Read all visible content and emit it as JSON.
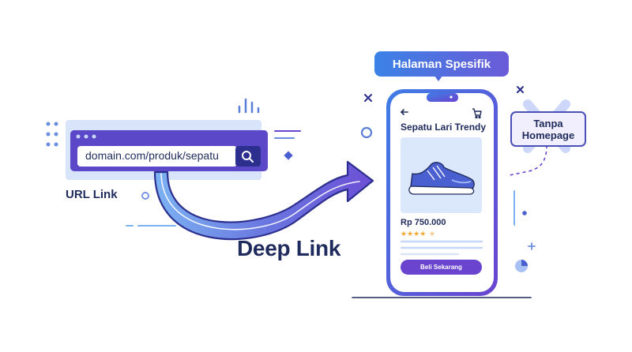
{
  "url_bar": {
    "url_text": "domain.com/produk/sepatu",
    "label": "URL Link"
  },
  "deep_link": {
    "label": "Deep Link"
  },
  "phone": {
    "badge": "Halaman Spesifik",
    "product_title": "Sepatu Lari Trendy",
    "price": "Rp 750.000",
    "rating_stars": 4.5,
    "buy_button": "Beli Sekarang"
  },
  "homepage_note": {
    "line1": "Tanpa",
    "line2": "Homepage"
  },
  "icons": [
    "search-icon",
    "back-arrow-icon",
    "cart-icon",
    "shoe-image",
    "x-mark-icon",
    "pie-chart-icon",
    "bar-chart-icon"
  ],
  "colors": {
    "navy": "#1f2b5c",
    "blue": "#3b82e6",
    "purple": "#6a44cf",
    "light_blue": "#dbe7fb",
    "star": "#f4a631"
  }
}
